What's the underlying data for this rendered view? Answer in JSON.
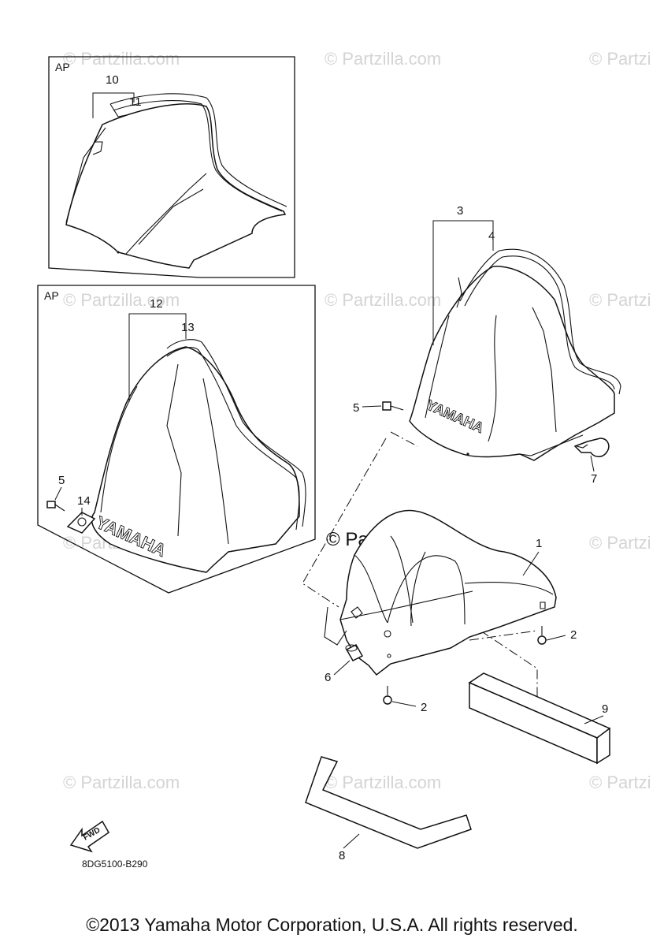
{
  "watermark": "© Partzilla.com",
  "watermark_partial": "© Partzi",
  "center_watermark": "© Partzilla.com",
  "ap_label": "AP",
  "brand_text": "YAMAHA",
  "fwd_label": "FWD",
  "diagram_code": "8DG5100-B290",
  "copyright": "©2013 Yamaha Motor Corporation, U.S.A. All rights reserved.",
  "callouts": {
    "c1": "1",
    "c2a": "2",
    "c2b": "2",
    "c3": "3",
    "c4": "4",
    "c5a": "5",
    "c5b": "5",
    "c6": "6",
    "c7": "7",
    "c8": "8",
    "c9": "9",
    "c10": "10",
    "c11": "11",
    "c12": "12",
    "c13": "13",
    "c14": "14"
  },
  "colors": {
    "line": "#111111",
    "watermark": "#d4d4d4",
    "background": "#ffffff"
  }
}
